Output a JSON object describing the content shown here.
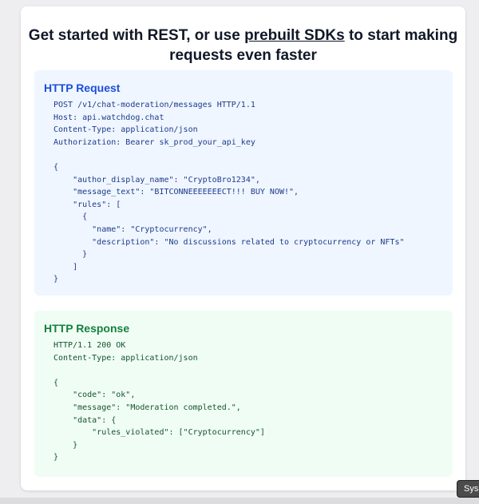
{
  "header": {
    "title_pre": "Get started with REST, or use ",
    "title_link": "prebuilt SDKs",
    "title_post": " to start making requests even faster"
  },
  "request": {
    "heading": "HTTP Request",
    "code": "POST /v1/chat-moderation/messages HTTP/1.1\nHost: api.watchdog.chat\nContent-Type: application/json\nAuthorization: Bearer sk_prod_your_api_key\n\n{\n    \"author_display_name\": \"CryptoBro1234\",\n    \"message_text\": \"BITCONNEEEEEEECT!!! BUY NOW!\",\n    \"rules\": [\n      {\n        \"name\": \"Cryptocurrency\",\n        \"description\": \"No discussions related to cryptocurrency or NFTs\"\n      }\n    ]\n}"
  },
  "response": {
    "heading": "HTTP Response",
    "code": "HTTP/1.1 200 OK\nContent-Type: application/json\n\n{\n    \"code\": \"ok\",\n    \"message\": \"Moderation completed.\",\n    \"data\": {\n        \"rules_violated\": [\"Cryptocurrency\"]\n    }\n}"
  },
  "tooltip": "Sys"
}
